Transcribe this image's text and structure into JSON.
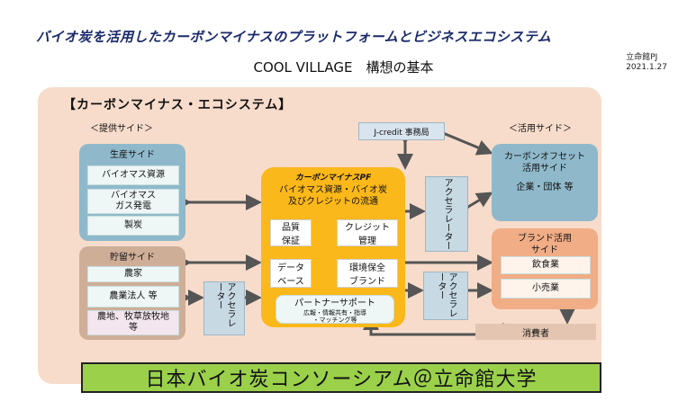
{
  "header": {
    "title": "バイオ炭を活用したカーボンマイナスのプラットフォームとビジネスエコシステム",
    "subtitle": "COOL VILLAGE　構想の基本",
    "tag_line1": "立命館PJ",
    "tag_line2": "2021.1.27"
  },
  "panel": {
    "title": "【カーボンマイナス・エコシステム】",
    "provider_label": "＜提供サイド＞",
    "user_label": "＜活用サイド＞"
  },
  "production": {
    "title": "生産サイド",
    "items": [
      "バイオマス資源",
      "バイオマス\nガス発電",
      "製炭"
    ]
  },
  "storage": {
    "title": "貯留サイド",
    "items": [
      "農家",
      "農業法人 等",
      "農地、牧草放牧地\n等"
    ]
  },
  "accelerator_left": "アクセラレーター",
  "jcredit": "J-credit 事務局",
  "platform": {
    "title": "カーボンマイナスPF",
    "subtitle": "バイオマス資源・バイオ炭\n及びクレジットの流通",
    "quality": "品質\n保証",
    "credit": "クレジット\n管理",
    "database": "データ\nベース",
    "environment": "環境保全\nブランド",
    "partner_title": "パートナーサポート",
    "partner_detail": "広報・情報共有・指導\n・マッチング等"
  },
  "accelerator_mid": "アクセラレーター",
  "accelerator_bottom": "アクセラレーター",
  "offset": {
    "title": "カーボンオフセット\n活用サイド",
    "detail": "企業・団体 等"
  },
  "brand": {
    "title": "ブランド活用\nサイド",
    "items": [
      "飲食業",
      "小売業"
    ]
  },
  "consumer": "消費者",
  "footer": "日本バイオ炭コンソーシアム＠立命館大学",
  "colors": {
    "panel": "#f7dccb",
    "provider_box": "#8fb9cb",
    "storage_box": "#cfae98",
    "platform": "#fbb81a",
    "brand_box": "#f0ad86",
    "footer": "#9bd14a"
  }
}
